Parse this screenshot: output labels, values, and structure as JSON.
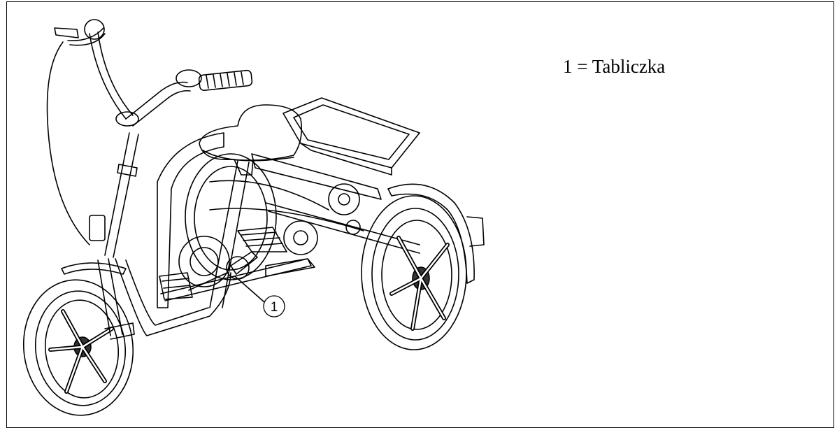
{
  "legend": {
    "text": "1 = Tabliczka"
  },
  "callouts": [
    {
      "number": "1"
    }
  ],
  "colors": {
    "line": "#000000",
    "background": "#ffffff"
  },
  "icons": [
    "tricycle-illustration",
    "callout-marker"
  ]
}
